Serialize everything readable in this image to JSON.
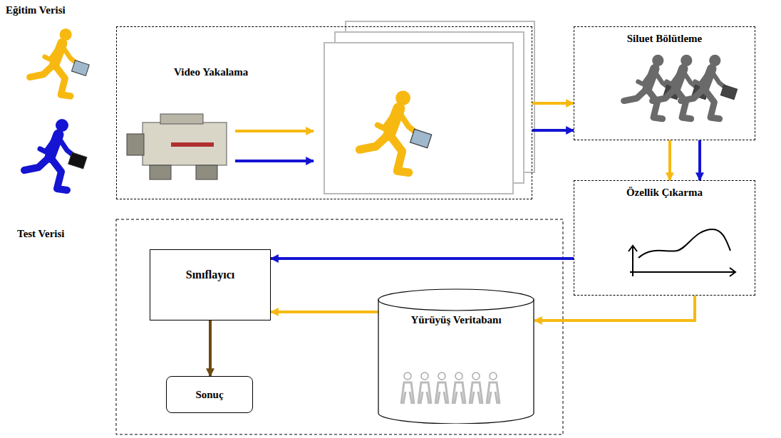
{
  "diagram": {
    "nodes": [
      {
        "text": [
          "Video Yakalama"
        ]
      },
      {
        "text": [
          "Siluet Bölütleme"
        ]
      },
      {
        "text": [
          "Özellik Çıkarma"
        ]
      },
      {
        "text": [
          "Sınıflayıcı"
        ]
      },
      {
        "text": [
          "Yürüyüş Veritabanı"
        ]
      },
      {
        "text": [
          "Sonuç"
        ]
      }
    ],
    "edges": [
      {
        "from": 0,
        "to": 1,
        "arrow": "to"
      },
      {
        "from": 0,
        "to": 1,
        "arrow": "to"
      },
      {
        "from": 1,
        "to": 2,
        "arrow": "to"
      },
      {
        "from": 1,
        "to": 2,
        "arrow": "to"
      },
      {
        "from": 2,
        "to": 3,
        "arrow": "to"
      },
      {
        "from": 2,
        "to": 4,
        "arrow": "to"
      },
      {
        "from": 4,
        "to": 3,
        "arrow": "to"
      },
      {
        "from": 3,
        "to": 5,
        "arrow": "to"
      }
    ],
    "labels": [
      "Eğitim Verisi",
      "Test Verisi"
    ]
  }
}
